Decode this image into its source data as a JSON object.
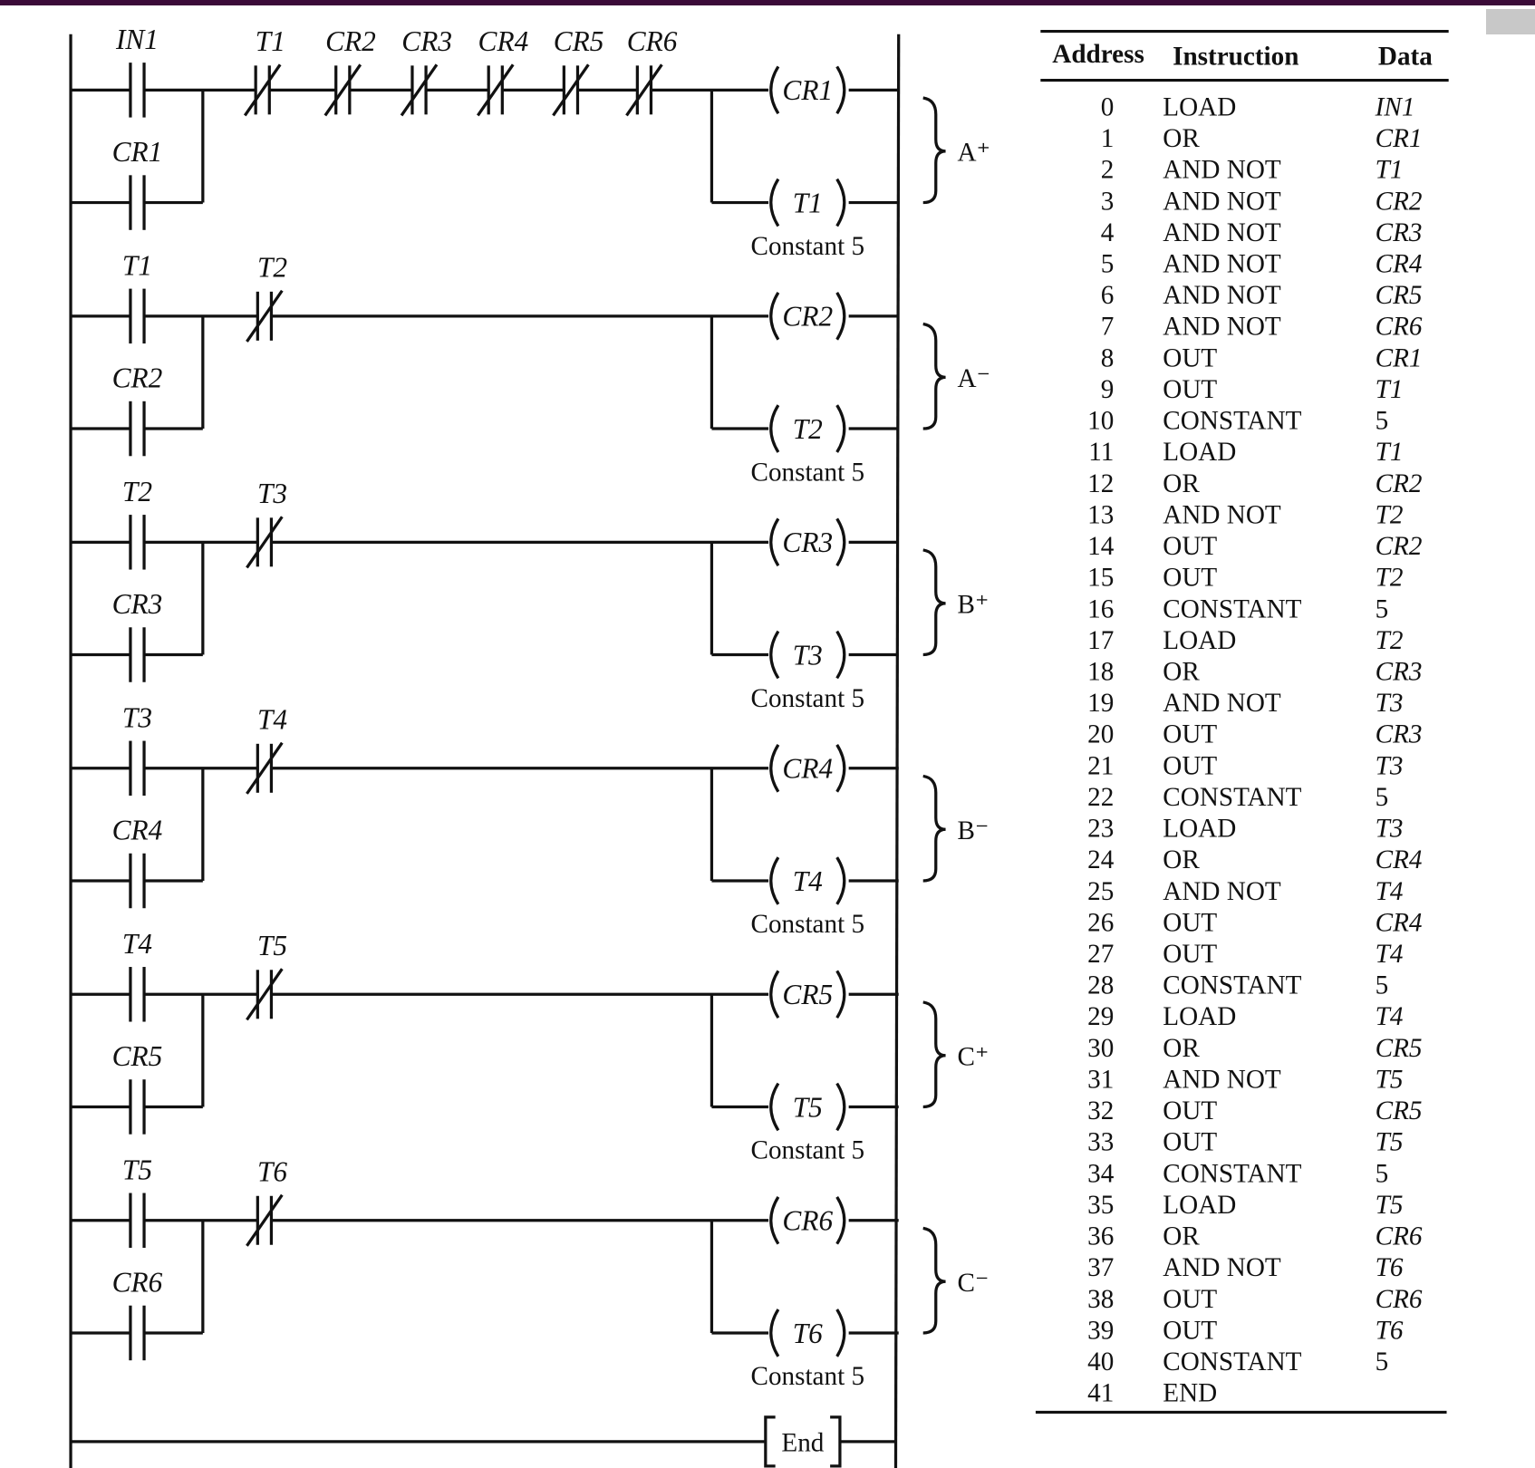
{
  "rungs": [
    {
      "contact_no": "IN1",
      "contact_branch": "CR1",
      "contacts_nc": [
        "T1",
        "CR2",
        "CR3",
        "CR4",
        "CR5",
        "CR6"
      ],
      "coil": "CR1",
      "timer": "T1",
      "timer_note": "Constant 5",
      "group": "A⁺"
    },
    {
      "contact_no": "T1",
      "contact_branch": "CR2",
      "contacts_nc": [
        "T2"
      ],
      "coil": "CR2",
      "timer": "T2",
      "timer_note": "Constant 5",
      "group": "A⁻"
    },
    {
      "contact_no": "T2",
      "contact_branch": "CR3",
      "contacts_nc": [
        "T3"
      ],
      "coil": "CR3",
      "timer": "T3",
      "timer_note": "Constant 5",
      "group": "B⁺"
    },
    {
      "contact_no": "T3",
      "contact_branch": "CR4",
      "contacts_nc": [
        "T4"
      ],
      "coil": "CR4",
      "timer": "T4",
      "timer_note": "Constant 5",
      "group": "B⁻"
    },
    {
      "contact_no": "T4",
      "contact_branch": "CR5",
      "contacts_nc": [
        "T5"
      ],
      "coil": "CR5",
      "timer": "T5",
      "timer_note": "Constant 5",
      "group": "C⁺"
    },
    {
      "contact_no": "T5",
      "contact_branch": "CR6",
      "contacts_nc": [
        "T6"
      ],
      "coil": "CR6",
      "timer": "T6",
      "timer_note": "Constant 5",
      "group": "C⁻"
    }
  ],
  "end_label": "End",
  "table": {
    "headers": [
      "Address",
      "Instruction",
      "Data"
    ],
    "rows": [
      [
        "0",
        "LOAD",
        "IN1"
      ],
      [
        "1",
        "OR",
        "CR1"
      ],
      [
        "2",
        "AND NOT",
        "T1"
      ],
      [
        "3",
        "AND NOT",
        "CR2"
      ],
      [
        "4",
        "AND NOT",
        "CR3"
      ],
      [
        "5",
        "AND NOT",
        "CR4"
      ],
      [
        "6",
        "AND NOT",
        "CR5"
      ],
      [
        "7",
        "AND NOT",
        "CR6"
      ],
      [
        "8",
        "OUT",
        "CR1"
      ],
      [
        "9",
        "OUT",
        "T1"
      ],
      [
        "10",
        "CONSTANT",
        "5"
      ],
      [
        "11",
        "LOAD",
        "T1"
      ],
      [
        "12",
        "OR",
        "CR2"
      ],
      [
        "13",
        "AND NOT",
        "T2"
      ],
      [
        "14",
        "OUT",
        "CR2"
      ],
      [
        "15",
        "OUT",
        "T2"
      ],
      [
        "16",
        "CONSTANT",
        "5"
      ],
      [
        "17",
        "LOAD",
        "T2"
      ],
      [
        "18",
        "OR",
        "CR3"
      ],
      [
        "19",
        "AND NOT",
        "T3"
      ],
      [
        "20",
        "OUT",
        "CR3"
      ],
      [
        "21",
        "OUT",
        "T3"
      ],
      [
        "22",
        "CONSTANT",
        "5"
      ],
      [
        "23",
        "LOAD",
        "T3"
      ],
      [
        "24",
        "OR",
        "CR4"
      ],
      [
        "25",
        "AND NOT",
        "T4"
      ],
      [
        "26",
        "OUT",
        "CR4"
      ],
      [
        "27",
        "OUT",
        "T4"
      ],
      [
        "28",
        "CONSTANT",
        "5"
      ],
      [
        "29",
        "LOAD",
        "T4"
      ],
      [
        "30",
        "OR",
        "CR5"
      ],
      [
        "31",
        "AND NOT",
        "T5"
      ],
      [
        "32",
        "OUT",
        "CR5"
      ],
      [
        "33",
        "OUT",
        "T5"
      ],
      [
        "34",
        "CONSTANT",
        "5"
      ],
      [
        "35",
        "LOAD",
        "T5"
      ],
      [
        "36",
        "OR",
        "CR6"
      ],
      [
        "37",
        "AND NOT",
        "T6"
      ],
      [
        "38",
        "OUT",
        "CR6"
      ],
      [
        "39",
        "OUT",
        "T6"
      ],
      [
        "40",
        "CONSTANT",
        "5"
      ],
      [
        "41",
        "END",
        ""
      ]
    ]
  }
}
